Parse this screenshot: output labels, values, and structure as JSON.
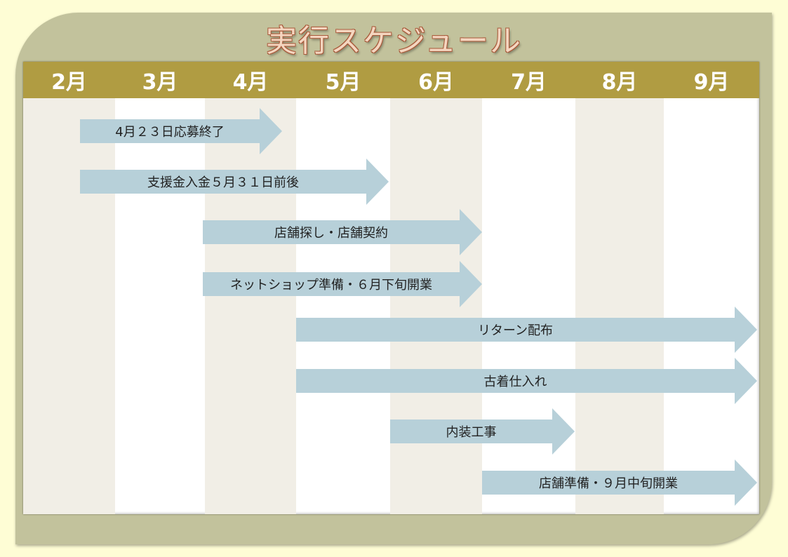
{
  "title": "実行スケジュール",
  "months": [
    "2月",
    "3月",
    "4月",
    "5月",
    "6月",
    "7月",
    "8月",
    "9月"
  ],
  "tasks": [
    {
      "label": "4月２３日応募終了"
    },
    {
      "label": "支援金入金５月３１日前後"
    },
    {
      "label": "店舗探し・店舗契約"
    },
    {
      "label": "ネットショップ準備・６月下旬開業"
    },
    {
      "label": "リターン配布"
    },
    {
      "label": "古着仕入れ"
    },
    {
      "label": "内装工事"
    },
    {
      "label": "店舗準備・９月中旬開業"
    }
  ],
  "colors": {
    "header": "#b09c42",
    "panel": "#c2c29c",
    "arrow": "#b7d0d9",
    "background": "#fefdd5"
  }
}
